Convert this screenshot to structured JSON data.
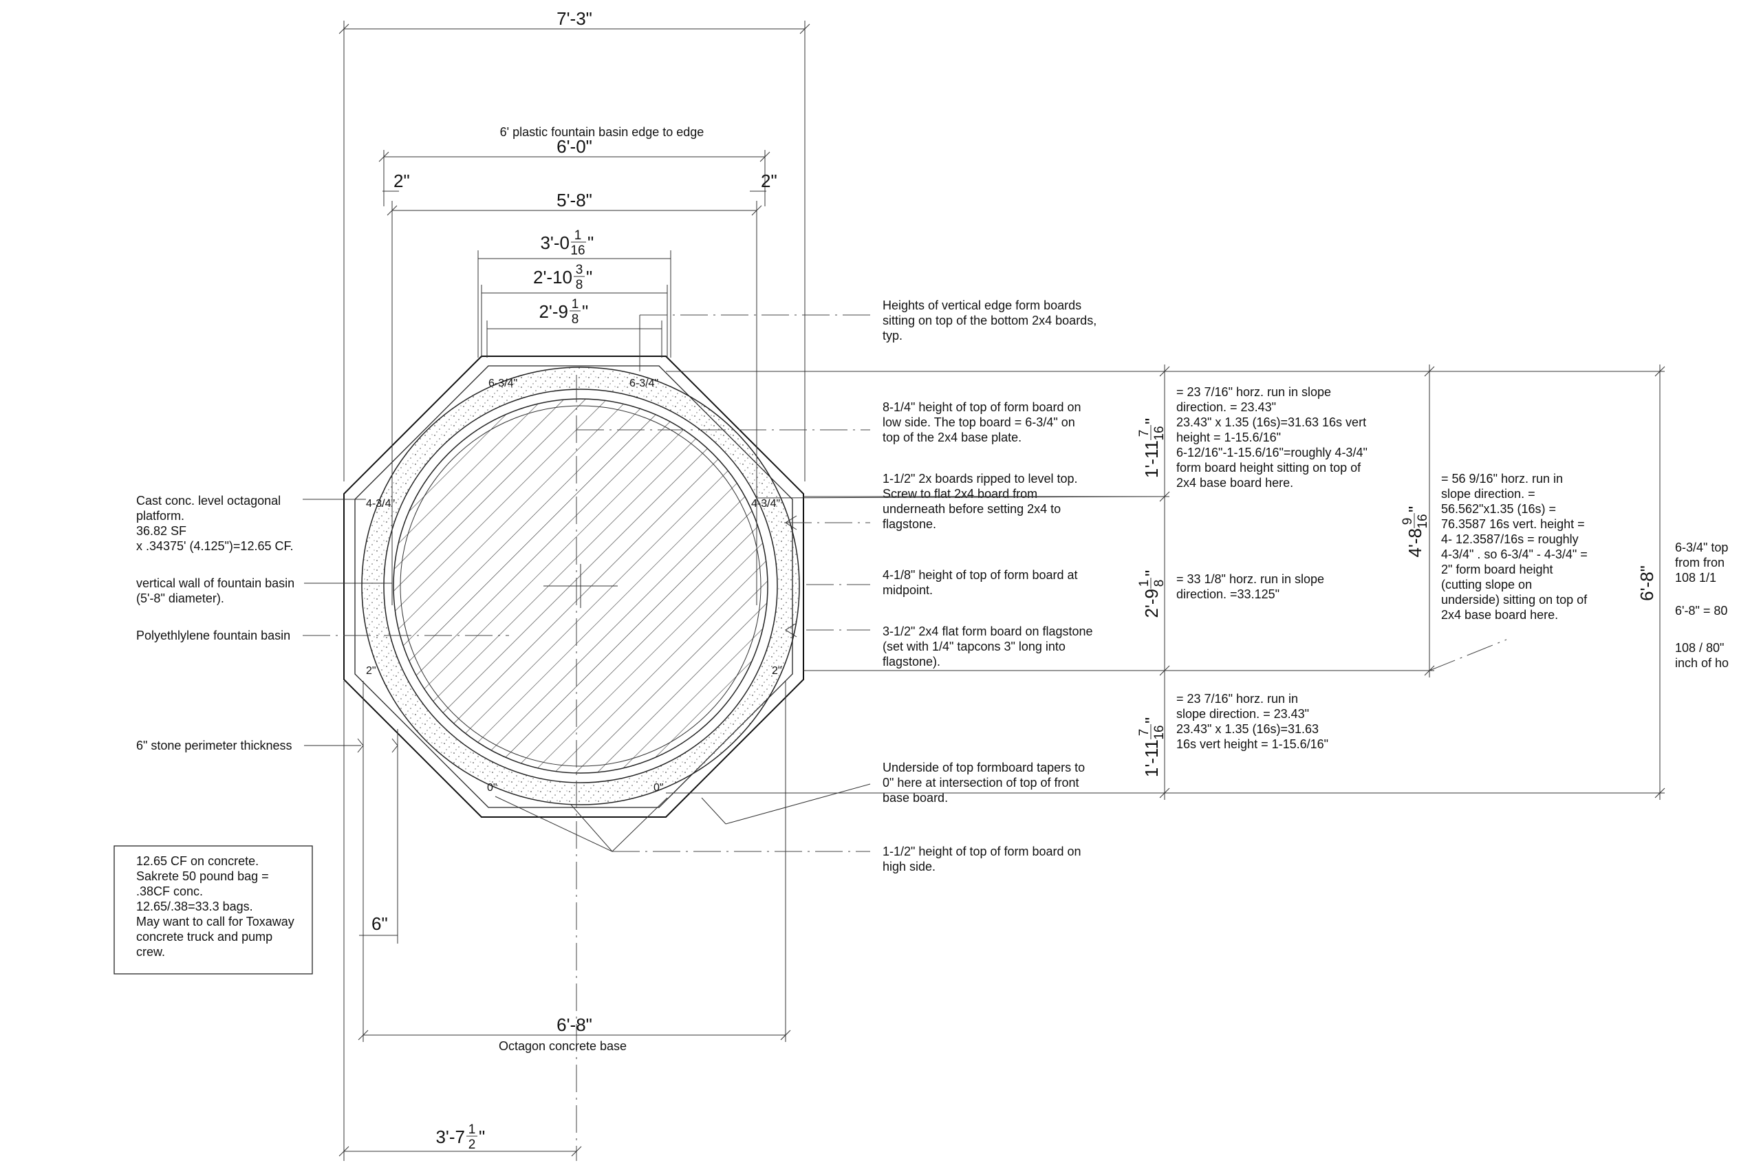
{
  "dimensions": {
    "overall_width": "7'-3\"",
    "basin_edge": "6'-0\"",
    "basin_edge_caption": "6' plastic fountain basin edge to edge",
    "left_gap": "2\"",
    "right_gap": "2\"",
    "inner_width": "5'-8\"",
    "oct_side_1": {
      "whole": "3'-0",
      "num": "1",
      "den": "16",
      "unit": "\""
    },
    "oct_side_2": {
      "whole": "2'-10",
      "num": "3",
      "den": "8",
      "unit": "\""
    },
    "oct_side_3": {
      "whole": "2'-9",
      "num": "1",
      "den": "8",
      "unit": "\""
    },
    "bottom_base": "6'-8\"",
    "bottom_base_caption": "Octagon concrete base",
    "half_width": {
      "whole": "3'-7",
      "num": "1",
      "den": "2",
      "unit": "\""
    },
    "stone_thickness": "6\"",
    "right_top": {
      "whole": "1'-11",
      "num": "7",
      "den": "16",
      "unit": "\""
    },
    "right_mid": {
      "whole": "2'-9",
      "num": "1",
      "den": "8",
      "unit": "\""
    },
    "right_bot": {
      "whole": "1'-11",
      "num": "7",
      "den": "16",
      "unit": "\""
    },
    "right_slope": {
      "whole": "4'-8",
      "num": "9",
      "den": "16",
      "unit": "\""
    },
    "right_overall": "6'-8\""
  },
  "corner_labels": {
    "top_left": "6-3/4\"",
    "top_right": "6-3/4\"",
    "mid_left": "4-3/4\"",
    "mid_right": "4-3/4\"",
    "low_left": "2\"",
    "low_right": "2\"",
    "bottom_left": "0\"",
    "bottom_right": "0\""
  },
  "left_notes": {
    "platform": [
      "Cast conc. level octagonal",
      "platform.",
      "36.82 SF",
      "x .34375' (4.125\")=12.65 CF."
    ],
    "wall": [
      "vertical wall of fountain basin",
      "(5'-8\" diameter)."
    ],
    "basin": "Polyethlylene fountain basin",
    "stone": "6\" stone perimeter thickness"
  },
  "box_note": [
    "12.65 CF on concrete.",
    "Sakrete 50 pound bag =",
    ".38CF conc.",
    "12.65/.38=33.3 bags.",
    "May want to call for Toxaway",
    "concrete truck and pump",
    "crew."
  ],
  "right_notes": {
    "heights": [
      "Heights of vertical edge form boards",
      "sitting on top of the bottom 2x4 boards,",
      "typ."
    ],
    "low_side": [
      "8-1/4\" height of top of form board on",
      "low side.  The top board = 6-3/4\" on",
      "top of the 2x4 base plate."
    ],
    "ripped": [
      "1-1/2\" 2x boards ripped to level top.",
      "Screw to flat 2x4 board from",
      "underneath before setting 2x4 to",
      "flagstone."
    ],
    "midpoint": [
      "4-1/8\" height of top of form board at",
      "midpoint."
    ],
    "flat": [
      "3-1/2\" 2x4 flat form board on flagstone",
      "(set with 1/4\" tapcons 3\" long into",
      "flagstone)."
    ],
    "underside": [
      "Underside of top formboard tapers to",
      "0\" here at intersection of top of front",
      "base board."
    ],
    "high_side": [
      "1-1/2\" height of top of form board on",
      "high side."
    ]
  },
  "calc_notes": {
    "top": [
      "= 23 7/16\" horz. run in slope",
      "direction. = 23.43\"",
      "23.43\" x 1.35 (16s)=31.63 16s vert",
      "height = 1-15.6/16\"",
      "6-12/16\"-1-15.6/16\"=roughly 4-3/4\"",
      "form board height  sitting on top of",
      "2x4 base board here."
    ],
    "mid": [
      "= 33 1/8\" horz. run in slope",
      "direction. =33.125\""
    ],
    "bottom": [
      "= 23 7/16\" horz. run in",
      "slope direction. = 23.43\"",
      "23.43\" x 1.35 (16s)=31.63",
      "16s vert height = 1-15.6/16\""
    ],
    "slope": [
      "= 56 9/16\" horz. run in",
      "slope direction. =",
      "56.562\"x1.35 (16s) =",
      "76.3587 16s vert. height =",
      "4- 12.3587/16s = roughly",
      "4-3/4\" .  so 6-3/4\" - 4-3/4\" =",
      "2\" form board height",
      "(cutting slope on",
      "underside) sitting on top of",
      "2x4 base board here."
    ],
    "far_right": [
      "6-3/4\" top",
      "from fron",
      "108    1/1",
      "",
      "6'-8\" = 80",
      "",
      "108 / 80\"",
      "inch of ho"
    ]
  }
}
